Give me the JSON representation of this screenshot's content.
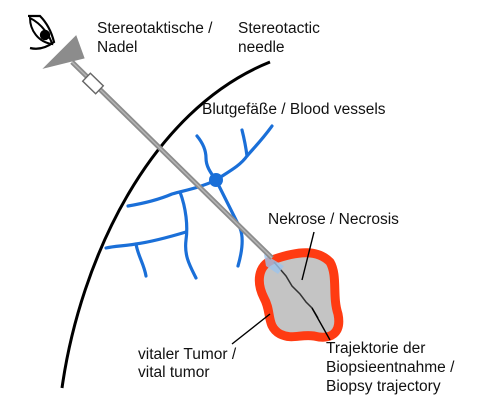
{
  "labels": {
    "needle_de": "Stereotaktische /",
    "needle_de2": "Nadel",
    "needle_en": "Stereotactic",
    "needle_en2": "needle",
    "vessels": "Blutgefäße / Blood vessels",
    "necrosis": "Nekrose / Necrosis",
    "vital_1": "vitaler Tumor /",
    "vital_2": "vital tumor",
    "traj_1": "Trajektorie der",
    "traj_2": "Biopsieentnahme /",
    "traj_3": "Biopsy trajectory"
  },
  "colors": {
    "vessels": "#1a6fd8",
    "tumor_border": "#ff3b12",
    "tumor_fill": "#c4c4c4",
    "needle": "#8c8c8c",
    "brain_outline": "#000000"
  },
  "icons": {
    "eye": "eye-icon",
    "needle_cone": "needle-cone-icon"
  }
}
